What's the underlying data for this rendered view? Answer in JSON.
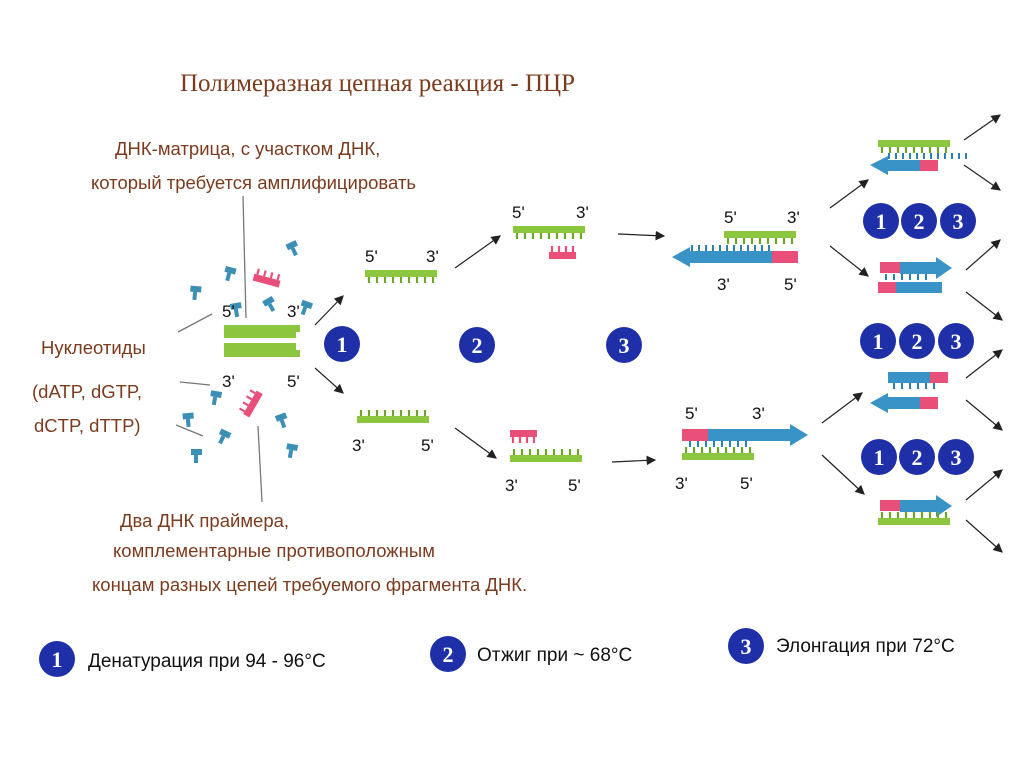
{
  "title": "Полимеразная цепная реакция - ПЦР",
  "callouts": {
    "template_line1": "ДНК-матрица, с участком ДНК,",
    "template_line2": "который требуется амплифицировать",
    "nucleotides_line1": "Нуклеотиды",
    "nucleotides_line2": "(dATP, dGTP,",
    "nucleotides_line3": "dCTP, dTTP)",
    "primers_line1": "Два  ДНК  праймера,",
    "primers_line2": "комплементарные противоположным",
    "primers_line3": "концам разных цепей требуемого фрагмента ДНК."
  },
  "ends": {
    "five": "5'",
    "three": "3'"
  },
  "steps": [
    {
      "number": "1",
      "label": "Денатурация при 94 - 96°С"
    },
    {
      "number": "2",
      "label": "Отжиг при ~ 68°С"
    },
    {
      "number": "3",
      "label": "Элонгация при 72°С"
    }
  ],
  "colors": {
    "title": "#7a3b1e",
    "callout_text": "#7a3b1e",
    "template_strand": "#8cc63f",
    "primer": "#e8507a",
    "new_strand": "#3a93c6",
    "step_badge": "#1f2fa8",
    "nucleotide": "#3b8fb5"
  }
}
